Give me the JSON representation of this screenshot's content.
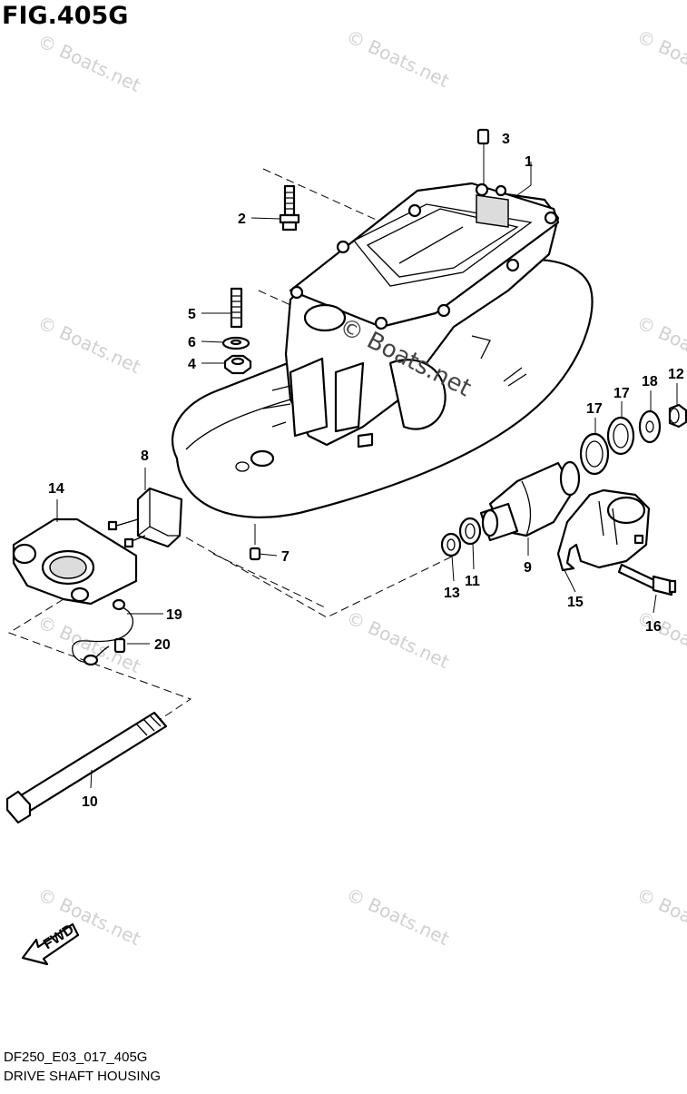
{
  "figure": {
    "title": "FIG.405G",
    "code": "DF250_E03_017_405G",
    "name": "DRIVE SHAFT HOUSING"
  },
  "direction_label": "FWD",
  "watermark": {
    "text": "© Boats.net",
    "center_text": "© Boats.net"
  },
  "callouts": [
    "1",
    "2",
    "3",
    "4",
    "5",
    "6",
    "7",
    "8",
    "9",
    "10",
    "11",
    "12",
    "13",
    "14",
    "15",
    "16",
    "17",
    "17",
    "18",
    "19",
    "20"
  ]
}
